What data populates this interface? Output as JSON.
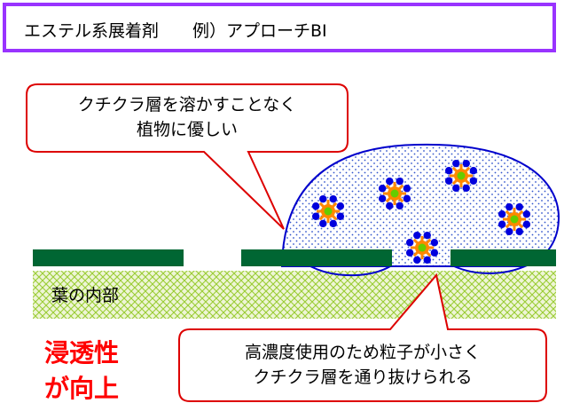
{
  "header": {
    "title": "エステル系展着剤　　例）アプローチBI"
  },
  "callouts": {
    "top": {
      "line1": "クチクラ層を溶かすことなく",
      "line2": "植物に優しい"
    },
    "bottom": {
      "line1": "高濃度使用のため粒子が小さく",
      "line2": "クチクラ層を通り抜けられる"
    }
  },
  "labels": {
    "leaf_interior": "葉の内部",
    "permeability_line1": "浸透性",
    "permeability_line2": "が向上"
  },
  "colors": {
    "frame": "#9933ff",
    "callout_border": "#dd0000",
    "cuticle": "#006633",
    "droplet_border": "#0000cc",
    "particle_dot": "#0000dd",
    "particle_ring": "#ff8800",
    "particle_core": "#66cc00",
    "leaf_pattern": "#99cc33",
    "emphasis": "#ff0000"
  }
}
